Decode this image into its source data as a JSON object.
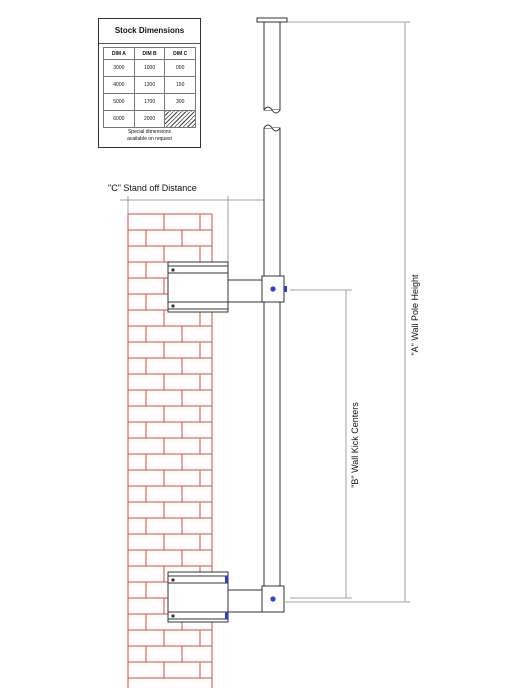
{
  "stock_table": {
    "title": "Stock Dimensions",
    "headers": [
      "DIM A",
      "DIM B",
      "DIM C"
    ],
    "rows": [
      [
        "3000",
        "1000",
        "000"
      ],
      [
        "4000",
        "1300",
        "150"
      ],
      [
        "5000",
        "1700",
        "300"
      ],
      [
        "6000",
        "2000",
        ""
      ]
    ],
    "note_line1": "Special dimensions",
    "note_line2": "available on request"
  },
  "labels": {
    "c": "\"C\" Stand off Distance",
    "a": "\"A\" Wall Pole Height",
    "b": "\"B\" Wall Kick Centers"
  },
  "colors": {
    "brick": "#d94a3a",
    "line": "#333333",
    "dim": "#888888",
    "bolt": "#2b3fd6"
  }
}
